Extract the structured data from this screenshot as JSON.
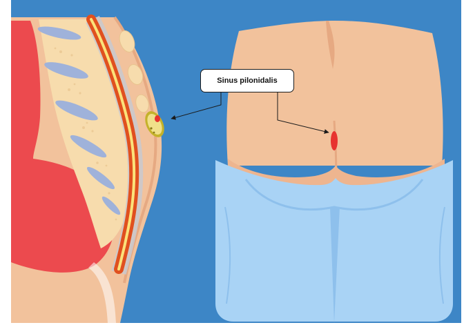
{
  "label": {
    "text": "Sinus pilonidalis"
  },
  "colors": {
    "background": "#3d86c6",
    "skin": "#f2c29c",
    "skin_shadow": "#e6a982",
    "rectum": "#ec4a4e",
    "vertebra": "#f7dcad",
    "disc": "#9fb2da",
    "spinal_cord_outer": "#e0501f",
    "spinal_cord_inner": "#fbe27a",
    "garment": "#a9d3f5",
    "garment_shadow": "#8ec0ec",
    "sinus": "#e7332f"
  },
  "icons": [
    "sagittal-spine-illustration",
    "buttocks-back-view-illustration",
    "arrow-icon"
  ]
}
